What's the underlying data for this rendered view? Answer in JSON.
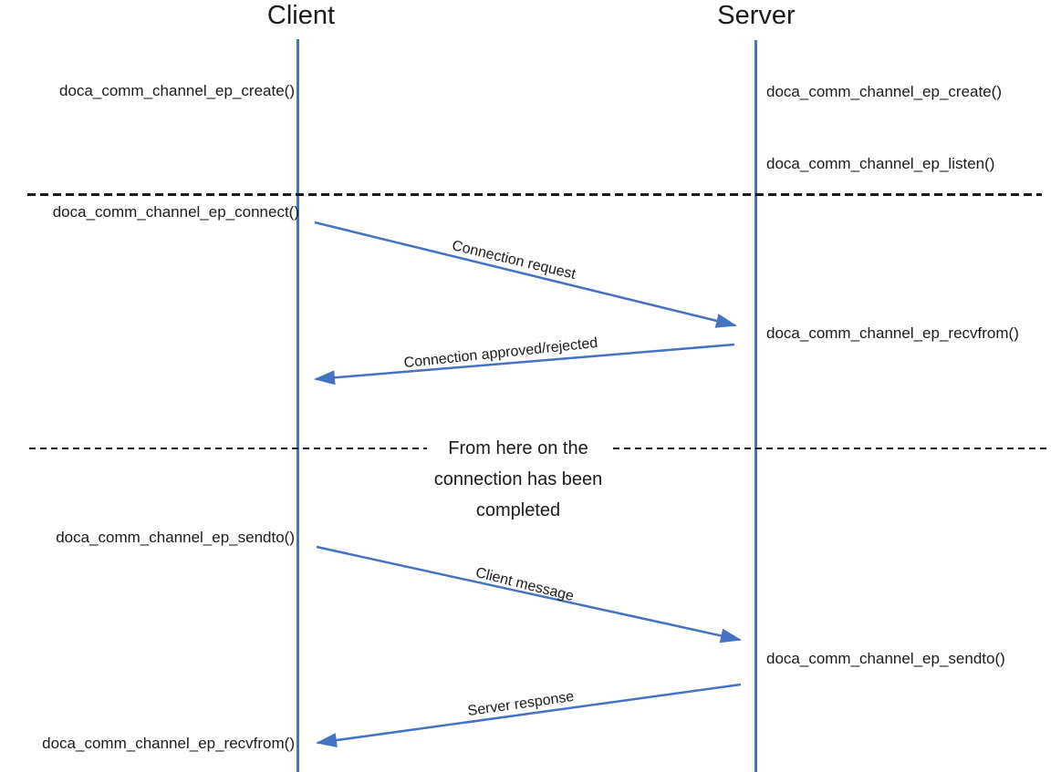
{
  "diagram_type": "sequence-diagram",
  "titles": {
    "client": "Client",
    "server": "Server"
  },
  "client_calls": [
    {
      "label": "doca_comm_channel_ep_create()"
    },
    {
      "label": "doca_comm_channel_ep_connect()"
    },
    {
      "label": "doca_comm_channel_ep_sendto()"
    },
    {
      "label": "doca_comm_channel_ep_recvfrom()"
    }
  ],
  "server_calls": [
    {
      "label": "doca_comm_channel_ep_create()"
    },
    {
      "label": "doca_comm_channel_ep_listen()"
    },
    {
      "label": "doca_comm_channel_ep_recvfrom()"
    },
    {
      "label": "doca_comm_channel_ep_sendto()"
    }
  ],
  "messages": [
    {
      "label": "Connection request",
      "direction": "client-to-server"
    },
    {
      "label": "Connection approved/rejected",
      "direction": "server-to-client"
    },
    {
      "label": "Client message",
      "direction": "client-to-server"
    },
    {
      "label": "Server response",
      "direction": "server-to-client"
    }
  ],
  "note": {
    "line1": "From here on the",
    "line2": "connection has been",
    "line3": "completed"
  },
  "colors": {
    "accent_blue": "#4472C4",
    "text": "#1b1b1b",
    "divider": "#1a1a1a"
  }
}
